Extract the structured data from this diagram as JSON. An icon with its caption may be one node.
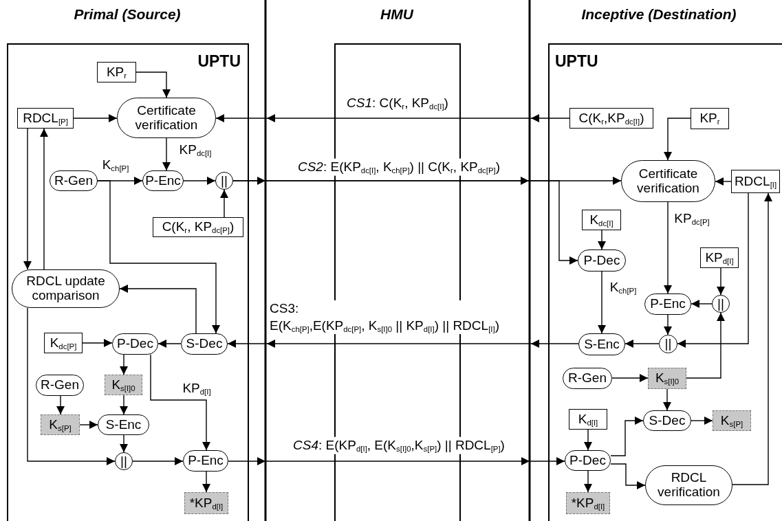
{
  "diagram": {
    "nodes": [
      {
        "text": [
          "UPTU"
        ]
      },
      {
        "text": [
          "UPTU"
        ]
      },
      {
        "text": [
          "KP$_{r}$"
        ],
        "in": 0
      },
      {
        "text": [
          "RDCL$_{[P]}$"
        ],
        "in": 0
      },
      {
        "text": [
          "Certificate verification"
        ],
        "in": 0
      },
      {
        "text": [
          "R-Gen"
        ],
        "in": 0
      },
      {
        "text": [
          "P-Enc"
        ],
        "in": 0
      },
      {
        "text": [
          "||"
        ],
        "in": 0
      },
      {
        "text": [
          "C(K$_{r}$, KP$_{dc[P]}$)"
        ],
        "in": 0
      },
      {
        "text": [
          "RDCL update comparison"
        ],
        "in": 0
      },
      {
        "text": [
          "K$_{dc[P]}$"
        ],
        "in": 0
      },
      {
        "text": [
          "P-Dec"
        ],
        "in": 0
      },
      {
        "text": [
          "S-Dec"
        ],
        "in": 0
      },
      {
        "text": [
          "R-Gen"
        ],
        "in": 0
      },
      {
        "text": [
          "K$_{s[I]0}$"
        ],
        "in": 0
      },
      {
        "text": [
          "K$_{s[P]}$"
        ],
        "in": 0
      },
      {
        "text": [
          "S-Enc"
        ],
        "in": 0
      },
      {
        "text": [
          "||"
        ],
        "in": 0
      },
      {
        "text": [
          "P-Enc"
        ],
        "in": 0
      },
      {
        "text": [
          "*KP$_{d[I]}$"
        ],
        "in": 0
      },
      {
        "text": [
          "C(K$_{r}$,KP$_{dc[I]}$)"
        ],
        "in": 1
      },
      {
        "text": [
          "KP$_{r}$"
        ],
        "in": 1
      },
      {
        "text": [
          "Certificate verification"
        ],
        "in": 1
      },
      {
        "text": [
          "RDCL$_{[I]}$"
        ],
        "in": 1
      },
      {
        "text": [
          "K$_{dc[I]}$"
        ],
        "in": 1
      },
      {
        "text": [
          "P-Dec"
        ],
        "in": 1
      },
      {
        "text": [
          "KP$_{d[I]}$"
        ],
        "in": 1
      },
      {
        "text": [
          "P-Enc"
        ],
        "in": 1
      },
      {
        "text": [
          "||"
        ],
        "in": 1
      },
      {
        "text": [
          "S-Enc"
        ],
        "in": 1
      },
      {
        "text": [
          "||"
        ],
        "in": 1
      },
      {
        "text": [
          "R-Gen"
        ],
        "in": 1
      },
      {
        "text": [
          "K$_{s[I]0}$"
        ],
        "in": 1
      },
      {
        "text": [
          "K$_{d[I]}$"
        ],
        "in": 1
      },
      {
        "text": [
          "S-Dec"
        ],
        "in": 1
      },
      {
        "text": [
          "K$_{s[P]}$"
        ],
        "in": 1
      },
      {
        "text": [
          "P-Dec"
        ],
        "in": 1
      },
      {
        "text": [
          "RDCL verification"
        ],
        "in": 1
      },
      {
        "text": [
          "*KP$_{d[I]}$"
        ],
        "in": 1
      }
    ],
    "edges": [
      {
        "from": 2,
        "to": 4,
        "arrow": "to"
      },
      {
        "from": 3,
        "to": 4,
        "arrow": "to"
      },
      {
        "from": 4,
        "to": 6,
        "arrow": "to",
        "label": "KP$_{dc[I]}$"
      },
      {
        "from": 5,
        "to": 6,
        "arrow": "to",
        "label": "K$_{ch[P]}$"
      },
      {
        "from": 5,
        "to": 12,
        "arrow": "to"
      },
      {
        "from": 6,
        "to": 7,
        "arrow": "to"
      },
      {
        "from": 8,
        "to": 7,
        "arrow": "to"
      },
      {
        "from": 7,
        "to": 22,
        "arrow": "to",
        "label": "*CS2*: E(KP$_{dc[I]}$, K$_{ch[P]}$) || C(K$_{r}$, KP$_{dc[P]}$)"
      },
      {
        "from": 7,
        "to": 25,
        "arrow": "to"
      },
      {
        "from": 20,
        "to": 4,
        "arrow": "to",
        "label": "*CS1*: C(K$_{r}$, KP$_{dc[I]}$)"
      },
      {
        "from": 3,
        "to": 9,
        "arrow": "to"
      },
      {
        "from": 9,
        "to": 3,
        "arrow": "to"
      },
      {
        "from": 12,
        "to": 9,
        "arrow": "to"
      },
      {
        "from": 9,
        "to": 17,
        "arrow": "to"
      },
      {
        "from": 29,
        "to": 12,
        "arrow": "to",
        "label": "CS3: E(K$_{ch[P]}$,E(KP$_{dc[P]}$, K$_{s[I]0}$ || KP$_{d[I]}$) || RDCL$_{[I]}$)"
      },
      {
        "from": 12,
        "to": 11,
        "arrow": "to"
      },
      {
        "from": 10,
        "to": 11,
        "arrow": "to"
      },
      {
        "from": 11,
        "to": 14,
        "arrow": "to"
      },
      {
        "from": 11,
        "to": 18,
        "arrow": "to",
        "label": "KP$_{d[I]}$"
      },
      {
        "from": 14,
        "to": 16,
        "arrow": "to"
      },
      {
        "from": 13,
        "to": 15,
        "arrow": "to"
      },
      {
        "from": 15,
        "to": 16,
        "arrow": "to"
      },
      {
        "from": 16,
        "to": 17,
        "arrow": "to"
      },
      {
        "from": 17,
        "to": 18,
        "arrow": "to"
      },
      {
        "from": 18,
        "to": 19,
        "arrow": "to"
      },
      {
        "from": 18,
        "to": 36,
        "arrow": "to",
        "label": "*CS4*: E(KP$_{d[I]}$, E(K$_{s[I]0}$,K$_{s[P]}$) || RDCL$_{[P]}$)"
      },
      {
        "from": 21,
        "to": 22,
        "arrow": "to"
      },
      {
        "from": 23,
        "to": 22,
        "arrow": "to"
      },
      {
        "from": 22,
        "to": 27,
        "arrow": "to",
        "label": "KP$_{dc[P]}$"
      },
      {
        "from": 24,
        "to": 25,
        "arrow": "to"
      },
      {
        "from": 25,
        "to": 29,
        "arrow": "to",
        "label": "K$_{ch[P]}$"
      },
      {
        "from": 26,
        "to": 28,
        "arrow": "to"
      },
      {
        "from": 28,
        "to": 27,
        "arrow": "to"
      },
      {
        "from": 27,
        "to": 30,
        "arrow": "to"
      },
      {
        "from": 23,
        "to": 30,
        "arrow": "to"
      },
      {
        "from": 30,
        "to": 29,
        "arrow": "to"
      },
      {
        "from": 31,
        "to": 32,
        "arrow": "to"
      },
      {
        "from": 32,
        "to": 28,
        "arrow": "to"
      },
      {
        "from": 32,
        "to": 34,
        "arrow": "to"
      },
      {
        "from": 33,
        "to": 36,
        "arrow": "to"
      },
      {
        "from": 36,
        "to": 34,
        "arrow": "to"
      },
      {
        "from": 34,
        "to": 35,
        "arrow": "to"
      },
      {
        "from": 36,
        "to": 37,
        "arrow": "to"
      },
      {
        "from": 36,
        "to": 38,
        "arrow": "to"
      },
      {
        "from": 37,
        "to": 23,
        "arrow": "to"
      }
    ],
    "labels": [
      "Primal (Source)",
      "HMU",
      "Inceptive (Destination)"
    ]
  }
}
